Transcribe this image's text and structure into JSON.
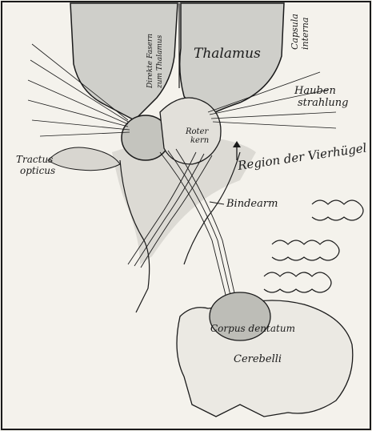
{
  "labels": {
    "thalamus": "Thalamus",
    "capsula": "Capsula interna",
    "capsula_line1": "Capsula",
    "capsula_line2": "interna",
    "direkte": "Direkte Fasern zum Thalamus",
    "direkte_line1": "Direkte Fasern",
    "direkte_line2": "zum Thalamus",
    "hauben": "Hauben strahlung",
    "hauben_line1": "Hauben",
    "hauben_line2": "strahlung",
    "roter_kern": "Roter kern",
    "roter_line1": "Roter",
    "roter_line2": "kern",
    "region": "Region der Vierhügel",
    "tractus": "Tractus opticus",
    "tractus_line1": "Tractus",
    "tractus_line2": "opticus",
    "bindearm": "Bindearm",
    "corpus_dentatum": "Corpus dentatum",
    "cerebelli": "Cerebelli"
  },
  "colors": {
    "paper": "#f4f2ec",
    "ink": "#1a1a1a",
    "shade": "#cfcfca",
    "dark_shade": "#a8a8a2"
  }
}
